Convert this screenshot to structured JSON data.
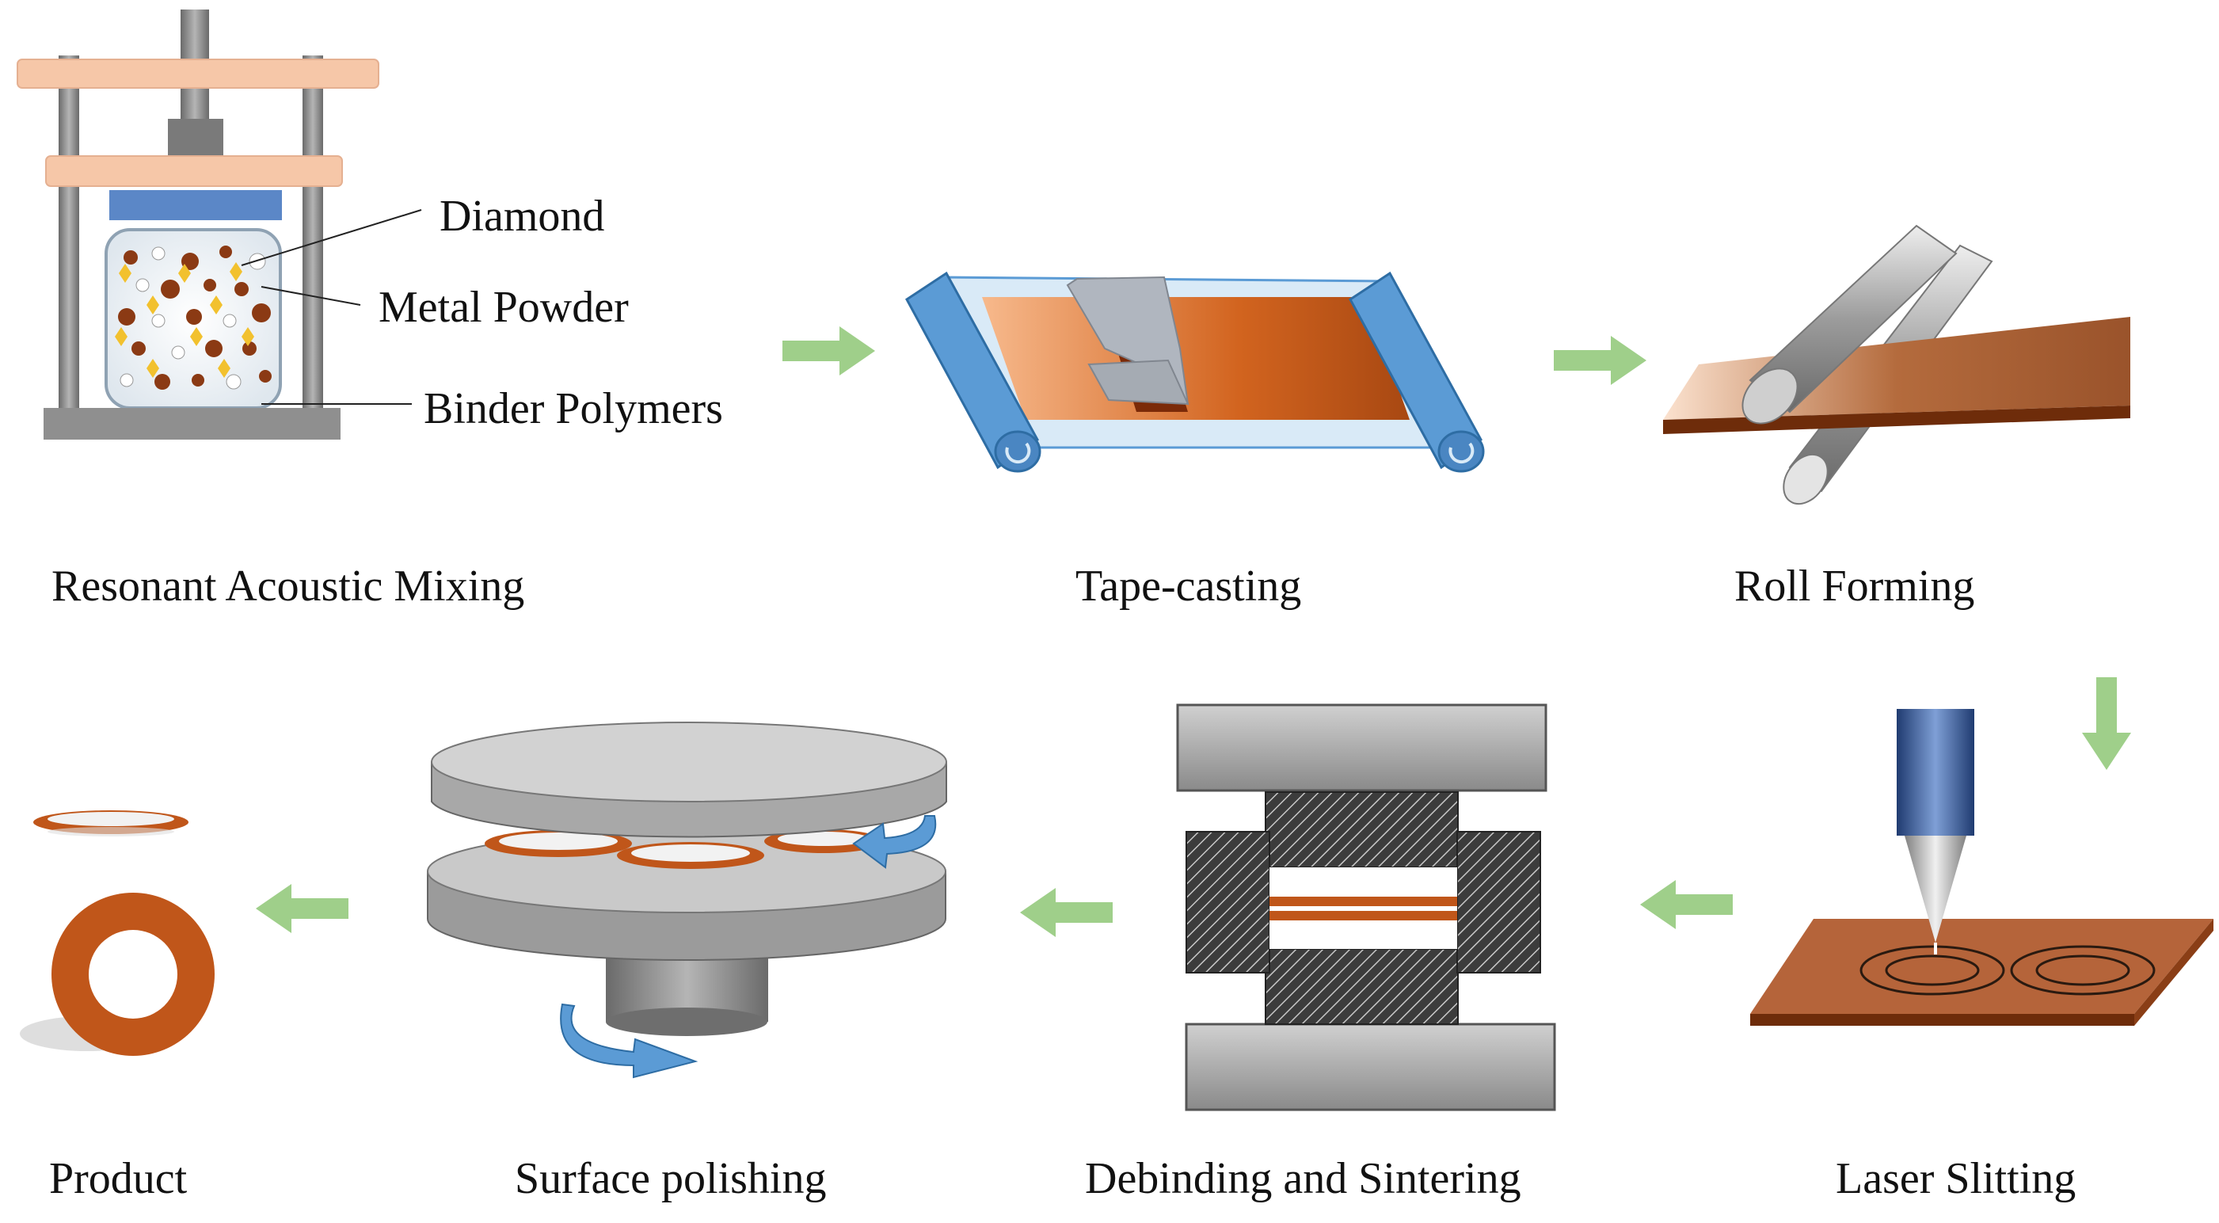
{
  "colors": {
    "copper": "#c0561a",
    "copper_dark": "#7a3212",
    "arrow_green": "#9fcf8a",
    "roller_blue": "#5b9bd5",
    "steel_gray": "#9a9a9a",
    "press_beam": "#f6c7a8"
  },
  "steps": [
    {
      "id": "mixing",
      "label": "Resonant Acoustic Mixing"
    },
    {
      "id": "tape",
      "label": "Tape-casting"
    },
    {
      "id": "roll",
      "label": "Roll Forming"
    },
    {
      "id": "laser",
      "label": "Laser Slitting"
    },
    {
      "id": "sinter",
      "label": "Debinding and Sintering"
    },
    {
      "id": "polish",
      "label": "Surface polishing"
    },
    {
      "id": "product",
      "label": "Product"
    }
  ],
  "callouts": {
    "diamond": "Diamond",
    "metal_powder": "Metal Powder",
    "binder": "Binder Polymers"
  },
  "flow_arrows": [
    {
      "from": "mixing",
      "to": "tape",
      "direction": "right"
    },
    {
      "from": "tape",
      "to": "roll",
      "direction": "right"
    },
    {
      "from": "roll",
      "to": "laser",
      "direction": "down"
    },
    {
      "from": "laser",
      "to": "sinter",
      "direction": "left"
    },
    {
      "from": "sinter",
      "to": "polish",
      "direction": "left"
    },
    {
      "from": "polish",
      "to": "product",
      "direction": "left"
    }
  ]
}
